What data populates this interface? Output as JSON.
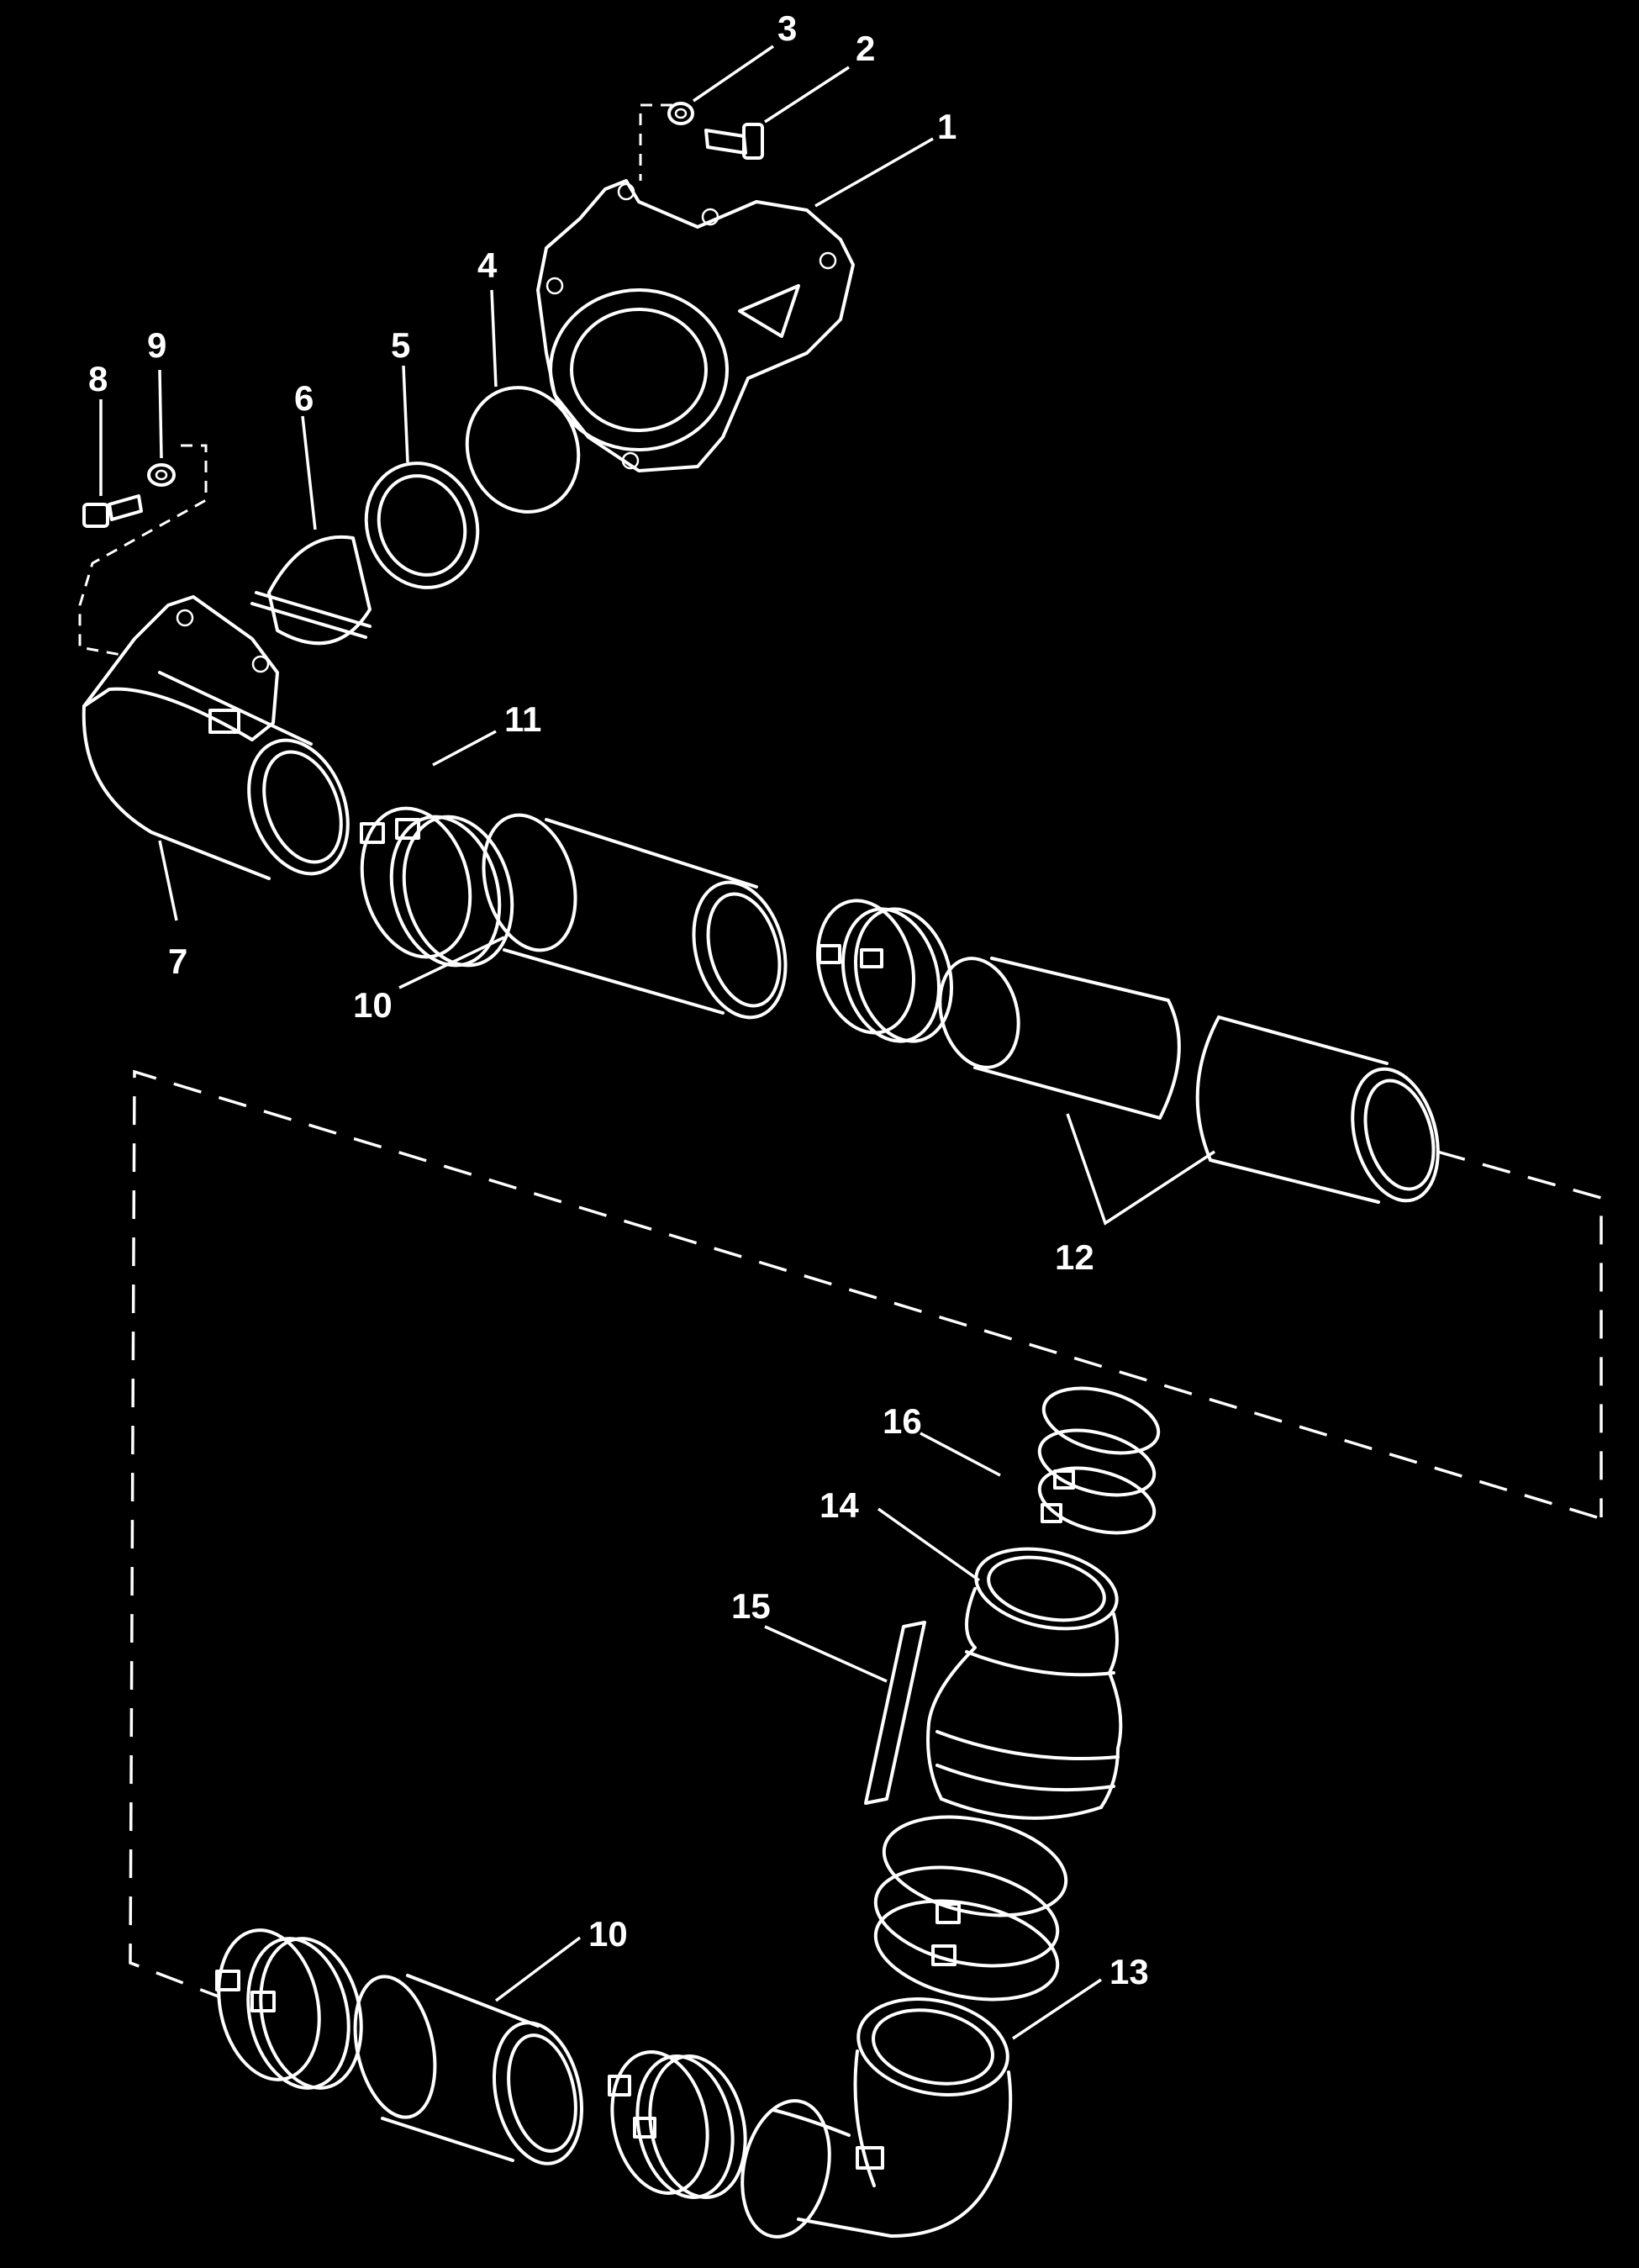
{
  "callouts": [
    {
      "id": "c3",
      "text": "3"
    },
    {
      "id": "c2",
      "text": "2"
    },
    {
      "id": "c1",
      "text": "1"
    },
    {
      "id": "c4",
      "text": "4"
    },
    {
      "id": "c9",
      "text": "9"
    },
    {
      "id": "c5",
      "text": "5"
    },
    {
      "id": "c8",
      "text": "8"
    },
    {
      "id": "c6",
      "text": "6"
    },
    {
      "id": "c11",
      "text": "11"
    },
    {
      "id": "c7",
      "text": "7"
    },
    {
      "id": "c10a",
      "text": "10"
    },
    {
      "id": "c12",
      "text": "12"
    },
    {
      "id": "c16",
      "text": "16"
    },
    {
      "id": "c14",
      "text": "14"
    },
    {
      "id": "c15",
      "text": "15"
    },
    {
      "id": "c10b",
      "text": "10"
    },
    {
      "id": "c13",
      "text": "13"
    }
  ],
  "colors": {
    "background": "#000000",
    "line": "#ffffff"
  }
}
